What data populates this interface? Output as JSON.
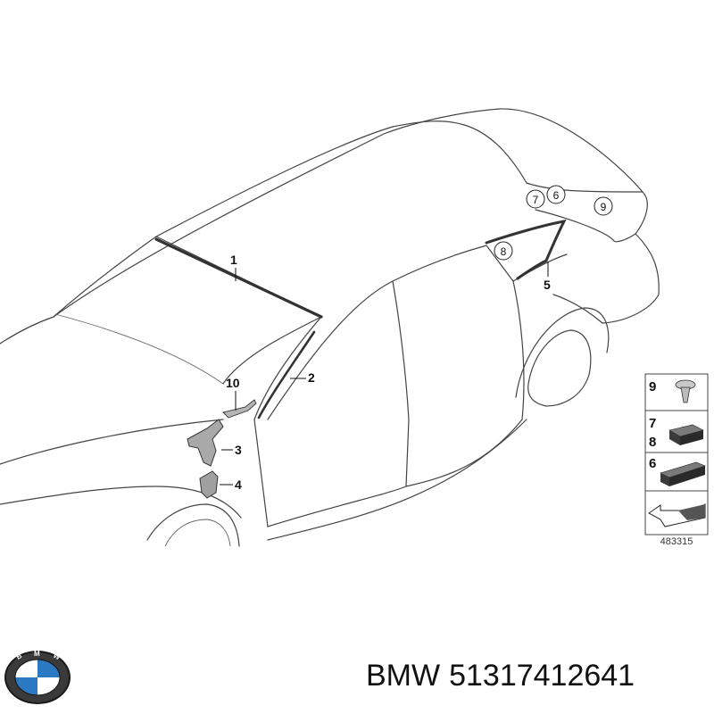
{
  "callouts": [
    {
      "num": "1"
    },
    {
      "num": "2"
    },
    {
      "num": "3"
    },
    {
      "num": "4"
    },
    {
      "num": "5"
    },
    {
      "num": "10"
    }
  ],
  "circled_callouts": [
    {
      "num": "7"
    },
    {
      "num": "6"
    },
    {
      "num": "9"
    },
    {
      "num": "8"
    }
  ],
  "legend": {
    "rows": [
      {
        "nums": [
          "9"
        ]
      },
      {
        "nums": [
          "7",
          "8"
        ]
      },
      {
        "nums": [
          "6"
        ]
      }
    ],
    "diagram_id": "483315"
  },
  "footer": {
    "brand": "BMW",
    "part_number": "51317412641"
  },
  "logo": {
    "letters": "BMW",
    "colors": {
      "ring": "#1a1a1a",
      "blue": "#2b79c2",
      "white": "#ffffff"
    }
  }
}
